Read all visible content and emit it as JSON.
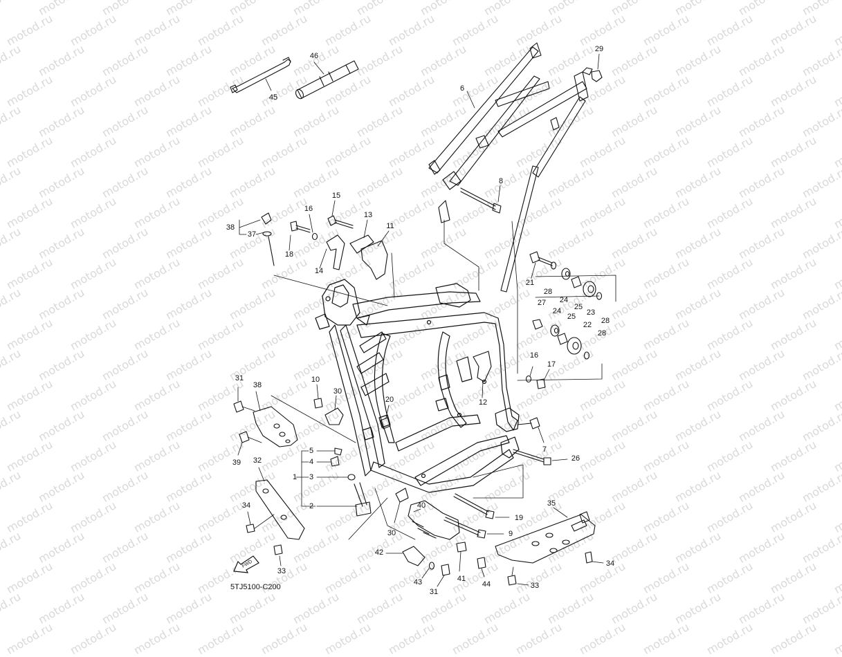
{
  "watermark": "motod.ru",
  "diagram_code": "5TJ5100-C200",
  "fwd_label": "FWD",
  "callouts": [
    {
      "id": "c46",
      "text": "46"
    },
    {
      "id": "c45",
      "text": "45"
    },
    {
      "id": "c6",
      "text": "6"
    },
    {
      "id": "c29",
      "text": "29"
    },
    {
      "id": "c8",
      "text": "8"
    },
    {
      "id": "c15",
      "text": "15"
    },
    {
      "id": "c16a",
      "text": "16"
    },
    {
      "id": "c13",
      "text": "13"
    },
    {
      "id": "c11",
      "text": "11"
    },
    {
      "id": "c38a",
      "text": "38"
    },
    {
      "id": "c37",
      "text": "37"
    },
    {
      "id": "c18",
      "text": "18"
    },
    {
      "id": "c14",
      "text": "14"
    },
    {
      "id": "c21",
      "text": "21"
    },
    {
      "id": "c28a",
      "text": "28"
    },
    {
      "id": "c24a",
      "text": "24"
    },
    {
      "id": "c25a",
      "text": "25"
    },
    {
      "id": "c23",
      "text": "23"
    },
    {
      "id": "c28b",
      "text": "28"
    },
    {
      "id": "c27",
      "text": "27"
    },
    {
      "id": "c24b",
      "text": "24"
    },
    {
      "id": "c25b",
      "text": "25"
    },
    {
      "id": "c22",
      "text": "22"
    },
    {
      "id": "c28c",
      "text": "28"
    },
    {
      "id": "c16b",
      "text": "16"
    },
    {
      "id": "c17",
      "text": "17"
    },
    {
      "id": "c12",
      "text": "12"
    },
    {
      "id": "c31a",
      "text": "31"
    },
    {
      "id": "c38b",
      "text": "38"
    },
    {
      "id": "c10",
      "text": "10"
    },
    {
      "id": "c30a",
      "text": "30"
    },
    {
      "id": "c20",
      "text": "20"
    },
    {
      "id": "c7",
      "text": "7"
    },
    {
      "id": "c39",
      "text": "39"
    },
    {
      "id": "c32",
      "text": "32"
    },
    {
      "id": "c5",
      "text": "5"
    },
    {
      "id": "c4",
      "text": "4"
    },
    {
      "id": "c1",
      "text": "1"
    },
    {
      "id": "c3",
      "text": "3"
    },
    {
      "id": "c2",
      "text": "2"
    },
    {
      "id": "c26",
      "text": "26"
    },
    {
      "id": "c34a",
      "text": "34"
    },
    {
      "id": "c35",
      "text": "35"
    },
    {
      "id": "c40",
      "text": "40"
    },
    {
      "id": "c19",
      "text": "19"
    },
    {
      "id": "c30b",
      "text": "30"
    },
    {
      "id": "c9",
      "text": "9"
    },
    {
      "id": "c42",
      "text": "42"
    },
    {
      "id": "c34b",
      "text": "34"
    },
    {
      "id": "c33a",
      "text": "33"
    },
    {
      "id": "c43",
      "text": "43"
    },
    {
      "id": "c41",
      "text": "41"
    },
    {
      "id": "c44",
      "text": "44"
    },
    {
      "id": "c33b",
      "text": "33"
    },
    {
      "id": "c31b",
      "text": "31"
    }
  ]
}
